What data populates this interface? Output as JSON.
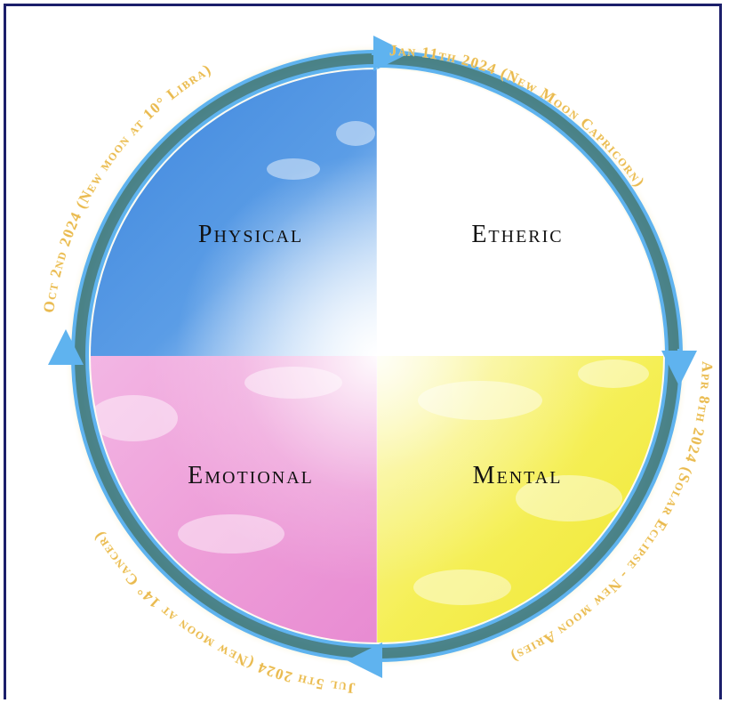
{
  "quadrants": {
    "top_left": {
      "label": "Physical",
      "color": "#4a8fe0"
    },
    "top_right": {
      "label": "Etheric",
      "color": "#ffffff"
    },
    "bottom_left": {
      "label": "Emotional",
      "color": "#f0a8df"
    },
    "bottom_right": {
      "label": "Mental",
      "color": "#f4f04a"
    }
  },
  "dates": {
    "top": "Jan 11th 2024 (New Moon Capricorn)",
    "right": "Apr 8th 2024 (Solar Eclipse - New moon Aries)",
    "bottom": "Jul 5th 2024 (New moon at 14° Cancer)",
    "left": "Oct 2nd 2024 (New moon at 10° Libra)"
  },
  "colors": {
    "ring_outer": "#5fb3ef",
    "ring_inner": "#2c6f7a",
    "text_gold": "#e9b950",
    "frame": "#1c1f6b"
  }
}
